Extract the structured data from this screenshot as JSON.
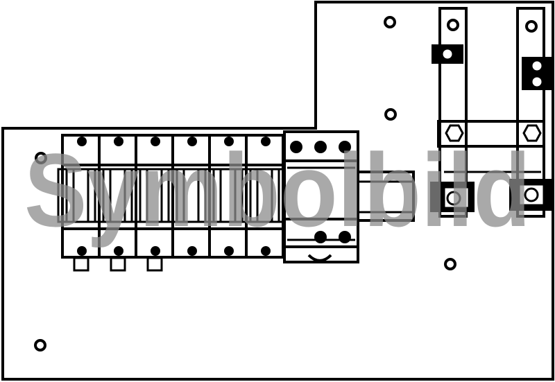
{
  "drawing": {
    "watermark": "Symbolbild",
    "line_color": "#000000",
    "background_color": "#ffffff",
    "watermark_color": "#8c8c8c",
    "breaker_row": {
      "module_count": 6,
      "bottom_tabs": 3
    },
    "main_switch": {
      "top_terminals": 3,
      "bottom_terminals": 2
    },
    "busbar_assembly": {
      "busbar_count": 2
    },
    "mounting_holes": 5
  }
}
